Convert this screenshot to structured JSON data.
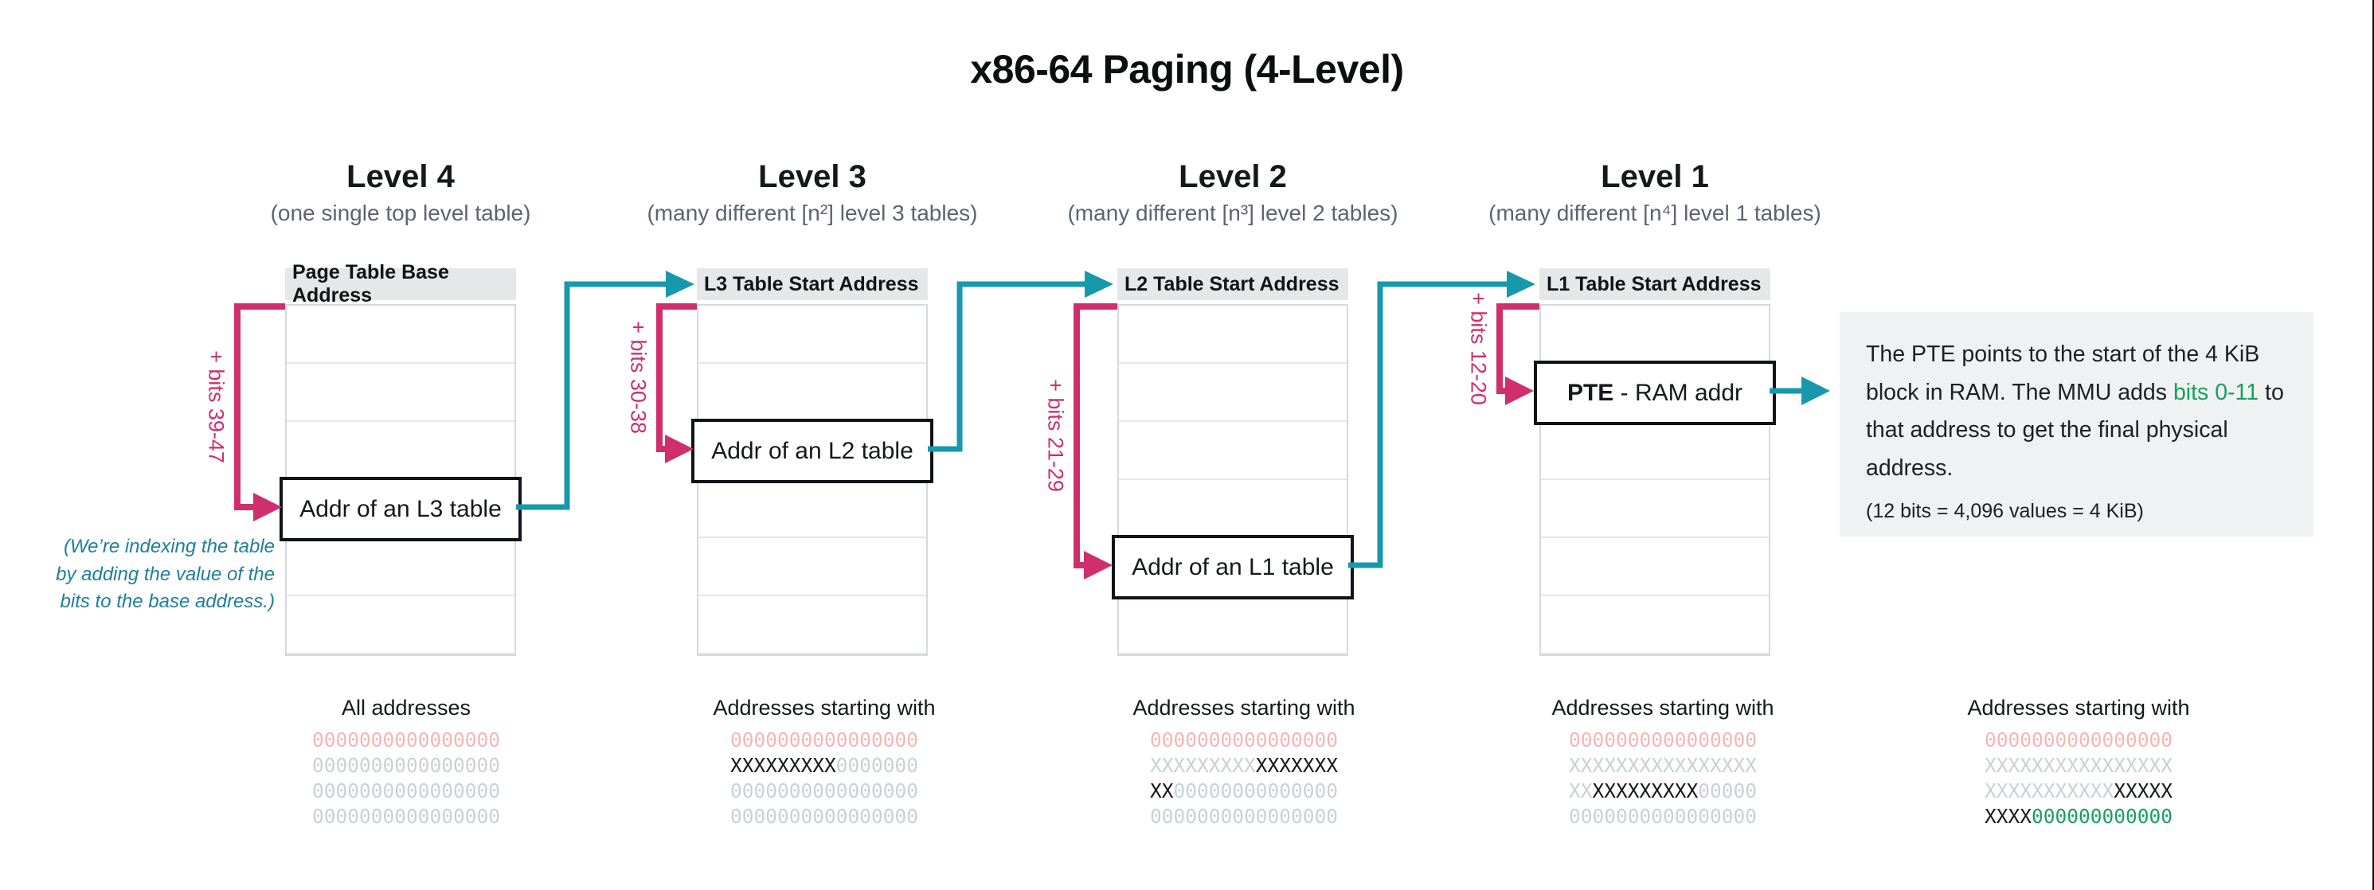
{
  "title": "x86-64 Paging (4-Level)",
  "levels": [
    {
      "name": "Level 4",
      "subtitle": "(one single top level table)",
      "table_header": "Page Table Base Address",
      "bits_label": "+ bits 39-47",
      "entry_label": "Addr of an L3 table"
    },
    {
      "name": "Level 3",
      "subtitle": "(many different [n²] level 3 tables)",
      "table_header": "L3 Table Start Address",
      "bits_label": "+ bits 30-38",
      "entry_label": "Addr of an L2 table"
    },
    {
      "name": "Level 2",
      "subtitle": "(many different [n³] level 2 tables)",
      "table_header": "L2 Table Start Address",
      "bits_label": "+ bits 21-29",
      "entry_label": "Addr of an L1 table"
    },
    {
      "name": "Level 1",
      "subtitle": "(many different [n⁴] level 1 tables)",
      "table_header": "L1 Table Start Address",
      "bits_label": "+ bits 12-20",
      "entry_bold": "PTE",
      "entry_rest": " - RAM addr"
    }
  ],
  "indexing_note_lines": [
    "(We’re indexing the table",
    "by adding the value of the",
    "bits to the base address.)"
  ],
  "pte_note": {
    "text_before": "The PTE points to the start of the 4 KiB block in RAM. The MMU adds ",
    "highlight": "bits 0-11",
    "text_after": " to that address to get the final physical address.",
    "subnote": "(12 bits = 4,096 values = 4 KiB)"
  },
  "address_columns": [
    {
      "heading": "All addresses",
      "rows": [
        [
          {
            "t": "0000000000000000",
            "c": "salmon"
          }
        ],
        [
          {
            "t": "0000000000000000",
            "c": "gray"
          }
        ],
        [
          {
            "t": "0000000000000000",
            "c": "gray"
          }
        ],
        [
          {
            "t": "0000000000000000",
            "c": "gray"
          }
        ]
      ]
    },
    {
      "heading": "Addresses starting with",
      "rows": [
        [
          {
            "t": "0000000000000000",
            "c": "salmon"
          }
        ],
        [
          {
            "t": "XXXXXXXXX",
            "c": "black"
          },
          {
            "t": "0000000",
            "c": "gray"
          }
        ],
        [
          {
            "t": "0000000000000000",
            "c": "gray"
          }
        ],
        [
          {
            "t": "0000000000000000",
            "c": "gray"
          }
        ]
      ]
    },
    {
      "heading": "Addresses starting with",
      "rows": [
        [
          {
            "t": "0000000000000000",
            "c": "salmon"
          }
        ],
        [
          {
            "t": "XXXXXXXXX",
            "c": "gray"
          },
          {
            "t": "XXXXXXX",
            "c": "black"
          }
        ],
        [
          {
            "t": "XX",
            "c": "black"
          },
          {
            "t": "00000000000000",
            "c": "gray"
          }
        ],
        [
          {
            "t": "0000000000000000",
            "c": "gray"
          }
        ]
      ]
    },
    {
      "heading": "Addresses starting with",
      "rows": [
        [
          {
            "t": "0000000000000000",
            "c": "salmon"
          }
        ],
        [
          {
            "t": "XXXXXXXXXXXXXXXX",
            "c": "gray"
          }
        ],
        [
          {
            "t": "XX",
            "c": "gray"
          },
          {
            "t": "XXXXXXXXX",
            "c": "black"
          },
          {
            "t": "00000",
            "c": "gray"
          }
        ],
        [
          {
            "t": "0000000000000000",
            "c": "gray"
          }
        ]
      ]
    },
    {
      "heading": "Addresses starting with",
      "rows": [
        [
          {
            "t": "0000000000000000",
            "c": "salmon"
          }
        ],
        [
          {
            "t": "XXXXXXXXXXXXXXXX",
            "c": "gray"
          }
        ],
        [
          {
            "t": "XXXXXXXXXXX",
            "c": "gray"
          },
          {
            "t": "XXXXX",
            "c": "black"
          }
        ],
        [
          {
            "t": "XXXX",
            "c": "black"
          },
          {
            "t": "000000000000",
            "c": "green"
          }
        ]
      ]
    }
  ],
  "colors": {
    "accent_pink": "#d02f6d",
    "accent_teal": "#1898ac",
    "highlight_green": "#17a05e",
    "salmon_zeros": "#f5b7b1",
    "gray_digits": "#c9d1d8",
    "note_teal": "#1e7f9c",
    "table_header_bg": "#e5e7e9",
    "note_box_bg": "#f0f1f3"
  }
}
